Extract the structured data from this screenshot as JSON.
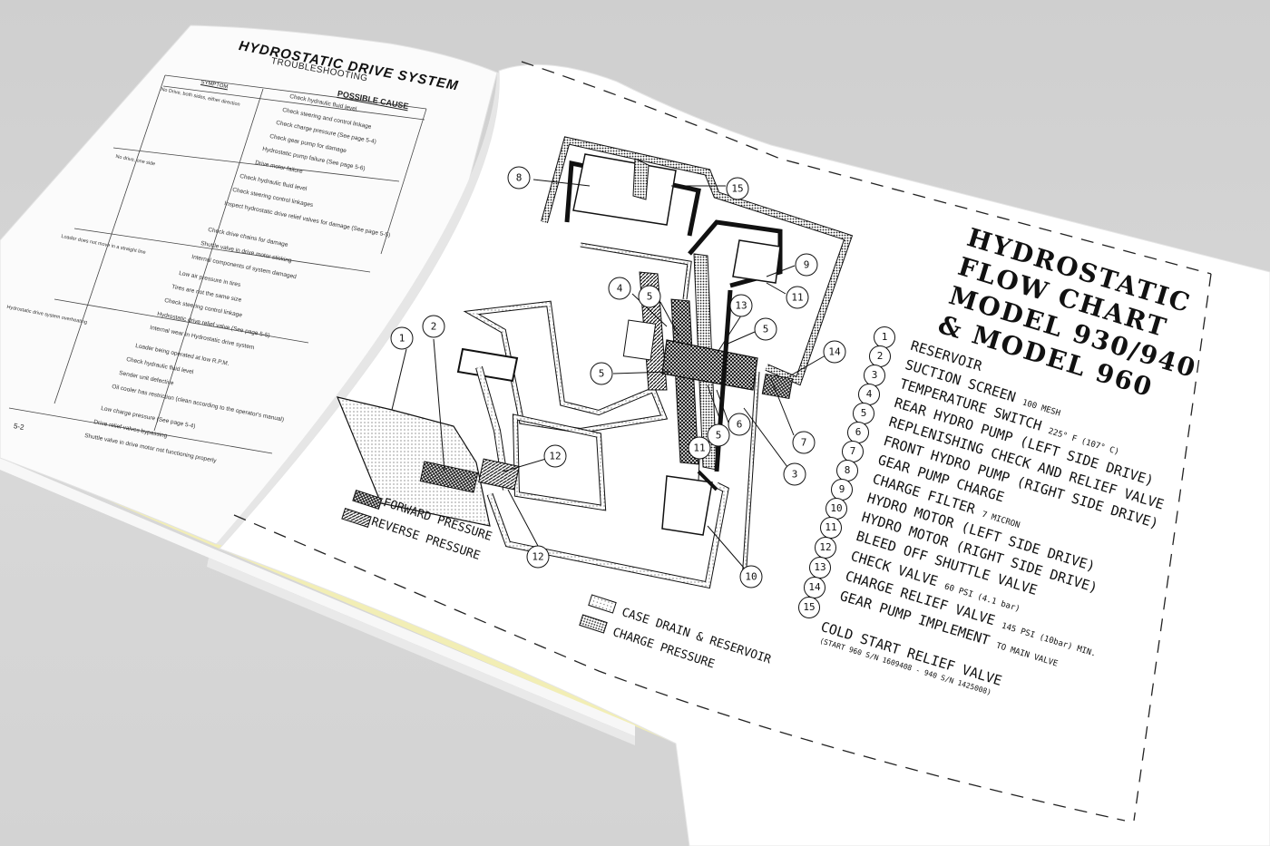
{
  "left_page": {
    "title": "HYDROSTATIC DRIVE SYSTEM",
    "subtitle": "TROUBLESHOOTING",
    "symptom_header": "SYMPTOM",
    "cause_header": "POSSIBLE CAUSE",
    "page_number": "5-2",
    "symptoms": [
      "No Drive, both sides, either direction",
      "No drive, one side",
      "Loader does not move in a straight line",
      "Hydrostatic drive system overheating"
    ],
    "causes": [
      "Check hydraulic fluid level",
      "Check steering and control linkage",
      "Check charge pressure (See page 5-4)",
      "Check gear pump for damage",
      "Hydrostatic pump failure (See page 5-6)",
      "Drive motor failure",
      "Check hydraulic fluid level",
      "Check steering control linkages",
      "Inspect hydrostatic drive relief valves for damage (See page 5-5)",
      "Check drive chains for damage",
      "Shuttle valve in drive motor sticking",
      "Internal components of system damaged",
      "Low air pressure in tires",
      "Tires are not the same size",
      "Check steering control linkage",
      "Hydrostatic drive relief valve (See page 5-5)",
      "Internal wear in Hydrostatic drive system",
      "Loader being operated at low R.P.M.",
      "Check hydraulic fluid level",
      "Sender unit defective",
      "Oil cooler has restriction (clean according to the operator's manual)",
      "Low charge pressure (See page 5-4)",
      "Drive relief valves bypassing",
      "Shuttle valve in drive motor not functioning properly"
    ]
  },
  "right_page": {
    "title_lines": [
      "HYDROSTATIC",
      "FLOW CHART",
      "MODEL 930/940",
      "& MODEL 960"
    ],
    "legend": [
      {
        "num": "1",
        "text": "RESERVOIR",
        "sub": ""
      },
      {
        "num": "2",
        "text": "SUCTION SCREEN",
        "sub": "100 MESH"
      },
      {
        "num": "3",
        "text": "TEMPERATURE SWITCH",
        "sub": "225° F (107° C)"
      },
      {
        "num": "4",
        "text": "REAR HYDRO PUMP (LEFT SIDE DRIVE)",
        "sub": ""
      },
      {
        "num": "5",
        "text": "REPLENISHING CHECK AND RELIEF VALVE",
        "sub": ""
      },
      {
        "num": "6",
        "text": "FRONT HYDRO PUMP (RIGHT SIDE DRIVE)",
        "sub": ""
      },
      {
        "num": "7",
        "text": "GEAR PUMP CHARGE",
        "sub": ""
      },
      {
        "num": "8",
        "text": "CHARGE FILTER",
        "sub": "7 MICRON"
      },
      {
        "num": "9",
        "text": "HYDRO MOTOR (LEFT SIDE DRIVE)",
        "sub": ""
      },
      {
        "num": "10",
        "text": "HYDRO MOTOR (RIGHT SIDE DRIVE)",
        "sub": ""
      },
      {
        "num": "11",
        "text": "BLEED OFF SHUTTLE VALVE",
        "sub": ""
      },
      {
        "num": "12",
        "text": "CHECK VALVE",
        "sub": "60 PSI (4.1 bar)"
      },
      {
        "num": "13",
        "text": "CHARGE RELIEF VALVE",
        "sub": "145 PSI (10bar) MIN."
      },
      {
        "num": "14",
        "text": "GEAR PUMP IMPLEMENT",
        "sub": "TO MAIN VALVE"
      },
      {
        "num": "15",
        "text": "COLD START RELIEF VALVE",
        "sub": ""
      }
    ],
    "start_note": "(START 960 S/N 1609408 - 940 S/N 1425008)",
    "pressure_keys": [
      {
        "label": "FORWARD PRESSURE",
        "pattern": "cross-hatch"
      },
      {
        "label": "REVERSE PRESSURE",
        "pattern": "diagonal-hatch"
      },
      {
        "label": "CASE DRAIN & RESERVOIR",
        "pattern": "light-dots"
      },
      {
        "label": "CHARGE PRESSURE",
        "pattern": "dense-dots"
      }
    ],
    "diagram_callouts": [
      "8",
      "15",
      "9",
      "11",
      "4",
      "5",
      "13",
      "5",
      "5",
      "14",
      "1",
      "2",
      "5",
      "6",
      "7",
      "3",
      "11",
      "12",
      "12",
      "10"
    ]
  },
  "colors": {
    "background": "#d3d3d3",
    "paper": "#ffffff",
    "ink": "#111111",
    "binding_yellow": "#f2eeb5"
  }
}
